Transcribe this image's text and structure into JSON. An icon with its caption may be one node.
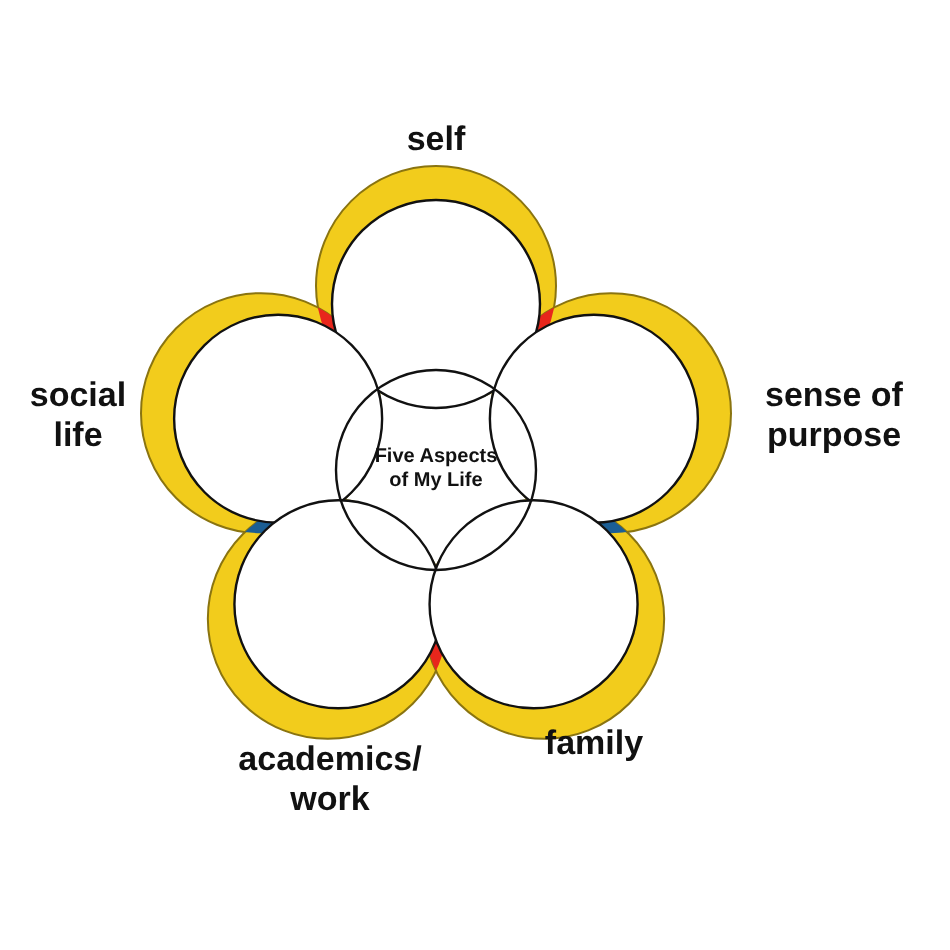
{
  "diagram": {
    "nodes": [
      {
        "text": [
          "self"
        ]
      },
      {
        "text": [
          "social life"
        ]
      },
      {
        "text": [
          "sense of purpose"
        ]
      },
      {
        "text": [
          "Five Aspects of My Life"
        ]
      },
      {
        "text": [
          "academics/ work"
        ]
      },
      {
        "text": [
          "family"
        ]
      }
    ]
  }
}
